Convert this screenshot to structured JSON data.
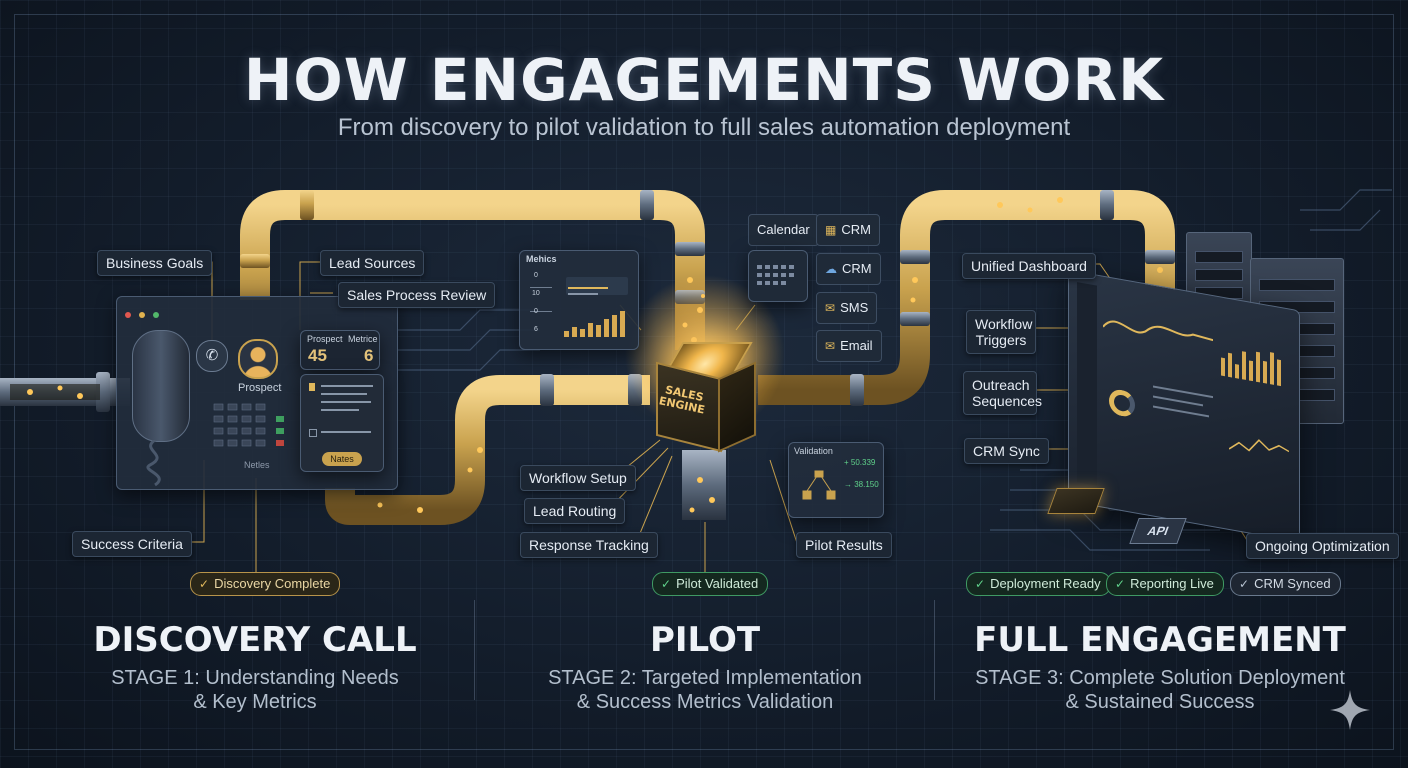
{
  "header": {
    "title": "HOW ENGAGEMENTS WORK",
    "subtitle": "From discovery to pilot validation to full sales automation deployment"
  },
  "stage1": {
    "labels": {
      "business_goals": "Business Goals",
      "lead_sources": "Lead Sources",
      "sales_process_review": "Sales Process Review",
      "success_criteria": "Success Criteria"
    },
    "panel": {
      "prospect_name": "Prospect",
      "prospect_header": "Prospect",
      "metrics_header": "Metrice",
      "prospect_value": "45",
      "metrics_value": "6",
      "keypad_label": "Netles",
      "notes_button": "Nates"
    },
    "badge": "Discovery Complete",
    "title": "DISCOVERY CALL",
    "desc_line1": "STAGE 1: Understanding Needs",
    "desc_line2": "& Key Metrics"
  },
  "stage2": {
    "labels": {
      "workflow_setup": "Workflow Setup",
      "lead_routing": "Lead Routing",
      "response_tracking": "Response Tracking",
      "pilot_results": "Pilot Results"
    },
    "metrics_panel": {
      "title": "Mehics",
      "row1_value": "0",
      "row2_value": "10",
      "row3_value": "0",
      "row4_value": "6"
    },
    "integrations": {
      "calendar": "Calendar",
      "crm_1": "CRM",
      "crm_2": "CRM",
      "sms": "SMS",
      "email": "Email"
    },
    "engine_label_1": "SALES",
    "engine_label_2": "ENGINE",
    "validation_panel": {
      "title": "Validation",
      "value_1": "+ 50.339",
      "value_2": "→ 38.150"
    },
    "badge": "Pilot Validated",
    "title": "PILOT",
    "desc_line1": "STAGE 2: Targeted Implementation",
    "desc_line2": "& Success Metrics Validation"
  },
  "stage3": {
    "labels": {
      "unified_dashboard": "Unified Dashboard",
      "workflow_triggers": "Workflow Triggers",
      "outreach_sequences": "Outreach Sequences",
      "crm_sync": "CRM Sync",
      "ongoing_optimization": "Ongoing Optimization"
    },
    "api_chip": "API",
    "badges": {
      "deployment_ready": "Deployment Ready",
      "reporting_live": "Reporting Live",
      "crm_synced": "CRM Synced"
    },
    "title": "FULL ENGAGEMENT",
    "desc_line1": "STAGE 3: Complete Solution Deployment",
    "desc_line2": "& Sustained Success"
  },
  "colors": {
    "background": "#131d2b",
    "pipe_gold": "#c9a24e",
    "pipe_steel": "#5d6b7d",
    "accent_green": "#3f9a63",
    "accent_gold": "#e0b85c"
  },
  "icons": [
    "phone-icon",
    "avatar-icon",
    "calendar-icon",
    "crm-icon",
    "sms-icon",
    "email-icon",
    "check-icon",
    "server-icon",
    "sparkle-icon"
  ]
}
